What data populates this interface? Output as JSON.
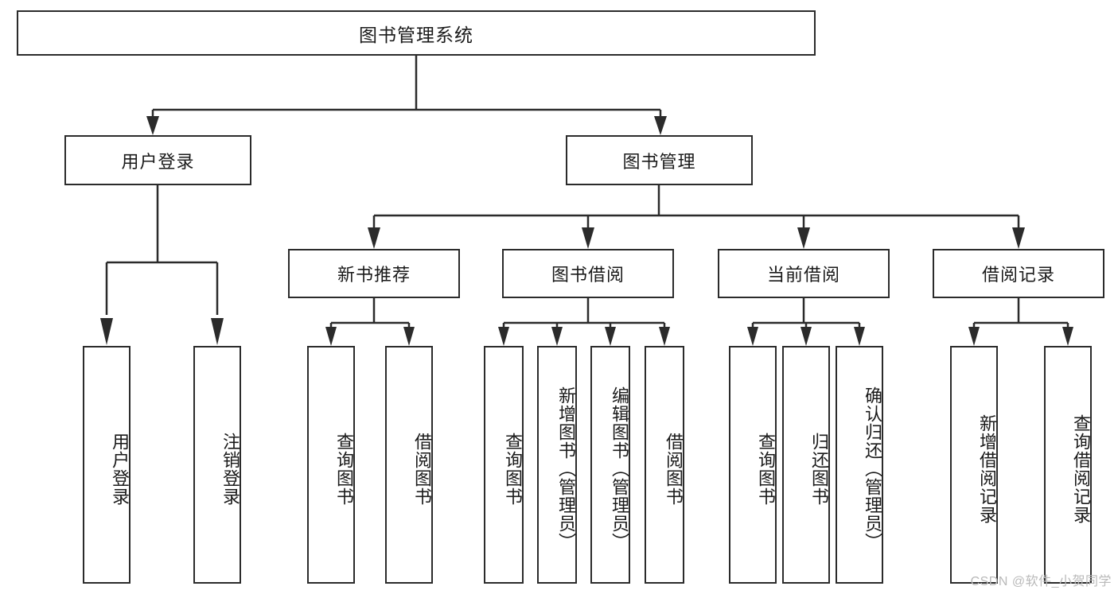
{
  "diagram": {
    "type": "tree",
    "title": "图书管理系统",
    "root": {
      "id": "root",
      "label": "图书管理系统"
    },
    "level2": [
      {
        "id": "user-login",
        "label": "用户登录"
      },
      {
        "id": "book-manage",
        "label": "图书管理"
      }
    ],
    "level3": [
      {
        "id": "new-book-rec",
        "label": "新书推荐"
      },
      {
        "id": "book-borrow",
        "label": "图书借阅"
      },
      {
        "id": "current-borrow",
        "label": "当前借阅"
      },
      {
        "id": "borrow-record",
        "label": "借阅记录"
      }
    ],
    "leaves": {
      "user_login": [
        {
          "id": "leaf-user-login",
          "label": "用户登录"
        },
        {
          "id": "leaf-logout",
          "label": "注销登录"
        }
      ],
      "new_book_rec": [
        {
          "id": "leaf-query-book-1",
          "label": "查询图书"
        },
        {
          "id": "leaf-borrow-book-1",
          "label": "借阅图书"
        }
      ],
      "book_borrow": [
        {
          "id": "leaf-query-book-2",
          "label": "查询图书"
        },
        {
          "id": "leaf-add-book",
          "label": "新增图书（管理员）"
        },
        {
          "id": "leaf-edit-book",
          "label": "编辑图书（管理员）"
        },
        {
          "id": "leaf-borrow-book-2",
          "label": "借阅图书"
        }
      ],
      "current_borrow": [
        {
          "id": "leaf-query-book-3",
          "label": "查询图书"
        },
        {
          "id": "leaf-return-book",
          "label": "归还图书"
        },
        {
          "id": "leaf-confirm-return",
          "label": "确认归还（管理员）"
        }
      ],
      "borrow_record": [
        {
          "id": "leaf-add-record",
          "label": "新增借阅记录"
        },
        {
          "id": "leaf-query-record",
          "label": "查询借阅记录"
        }
      ]
    }
  },
  "watermark": {
    "text": "CSDN @软件_小贺同学"
  },
  "colors": {
    "stroke": "#2b2b2b",
    "fill": "#ffffff",
    "text": "#1a1a1a",
    "watermark": "#b9b9b9"
  }
}
